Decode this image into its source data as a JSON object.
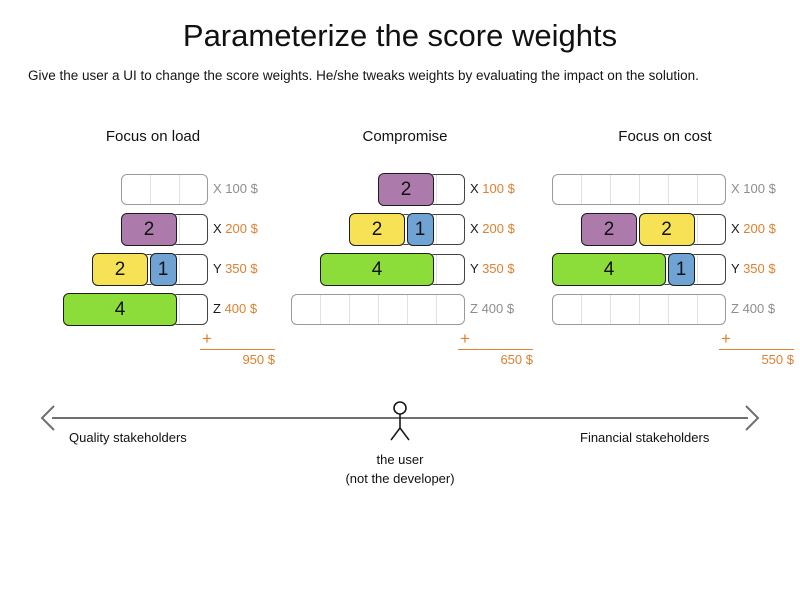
{
  "header": {
    "title": "Parameterize the score weights",
    "subtitle": "Give the user a UI to change the score weights. He/she tweaks weights by evaluating the impact on the solution."
  },
  "colors": {
    "purple": "#AC7BAC",
    "yellow": "#F7E154",
    "green": "#8CDD3A",
    "blue": "#6FA3D4",
    "orange": "#E08030",
    "muted": "#8d8d8d",
    "track_border": "#9a9a9a",
    "track_border_active": "#444444"
  },
  "plus_symbol": "+",
  "columns": [
    {
      "title": "Focus on load",
      "track_cells": 3,
      "rows": [
        {
          "key": "X",
          "cost": "100 $",
          "active": false,
          "segments": []
        },
        {
          "key": "X",
          "cost": "200 $",
          "active": true,
          "segments": [
            {
              "value": "2",
              "units": 2,
              "color": "purple"
            }
          ]
        },
        {
          "key": "Y",
          "cost": "350 $",
          "active": true,
          "segments": [
            {
              "value": "2",
              "units": 2,
              "color": "yellow"
            },
            {
              "value": "1",
              "units": 1,
              "color": "blue"
            }
          ]
        },
        {
          "key": "Z",
          "cost": "400 $",
          "active": true,
          "segments": [
            {
              "value": "4",
              "units": 4,
              "color": "green"
            }
          ]
        }
      ],
      "total": "950 $"
    },
    {
      "title": "Compromise",
      "track_cells": 6,
      "rows": [
        {
          "key": "X",
          "cost": "100 $",
          "active": true,
          "segments": [
            {
              "value": "2",
              "units": 2,
              "color": "purple"
            }
          ]
        },
        {
          "key": "X",
          "cost": "200 $",
          "active": true,
          "segments": [
            {
              "value": "2",
              "units": 2,
              "color": "yellow"
            },
            {
              "value": "1",
              "units": 1,
              "color": "blue"
            }
          ]
        },
        {
          "key": "Y",
          "cost": "350 $",
          "active": true,
          "segments": [
            {
              "value": "4",
              "units": 4,
              "color": "green"
            }
          ]
        },
        {
          "key": "Z",
          "cost": "400 $",
          "active": false,
          "segments": []
        }
      ],
      "total": "650 $"
    },
    {
      "title": "Focus on cost",
      "track_cells": 6,
      "rows": [
        {
          "key": "X",
          "cost": "100 $",
          "active": false,
          "segments": []
        },
        {
          "key": "X",
          "cost": "200 $",
          "active": true,
          "segments": [
            {
              "value": "2",
              "units": 2,
              "color": "purple"
            },
            {
              "value": "2",
              "units": 2,
              "color": "yellow"
            }
          ]
        },
        {
          "key": "Y",
          "cost": "350 $",
          "active": true,
          "segments": [
            {
              "value": "4",
              "units": 4,
              "color": "green"
            },
            {
              "value": "1",
              "units": 1,
              "color": "blue"
            }
          ]
        },
        {
          "key": "Z",
          "cost": "400 $",
          "active": false,
          "segments": []
        }
      ],
      "total": "550 $"
    }
  ],
  "spectrum": {
    "left_label": "Quality stakeholders",
    "right_label": "Financial stakeholders",
    "figure_caption_line1": "the user",
    "figure_caption_line2": "(not the developer)"
  }
}
